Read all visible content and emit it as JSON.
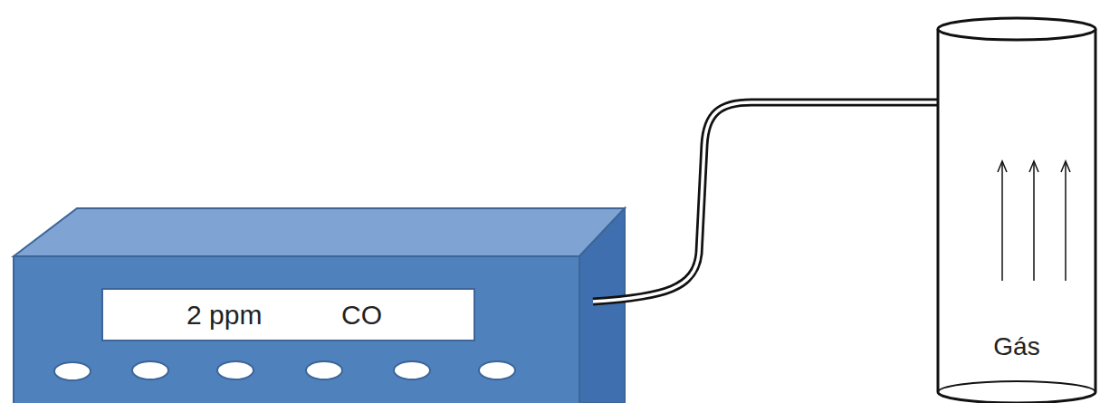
{
  "diagram": {
    "nodes": [
      {
        "text": [
          "2 ppm",
          "CO"
        ]
      },
      {
        "text": [
          "Gás"
        ]
      }
    ]
  }
}
